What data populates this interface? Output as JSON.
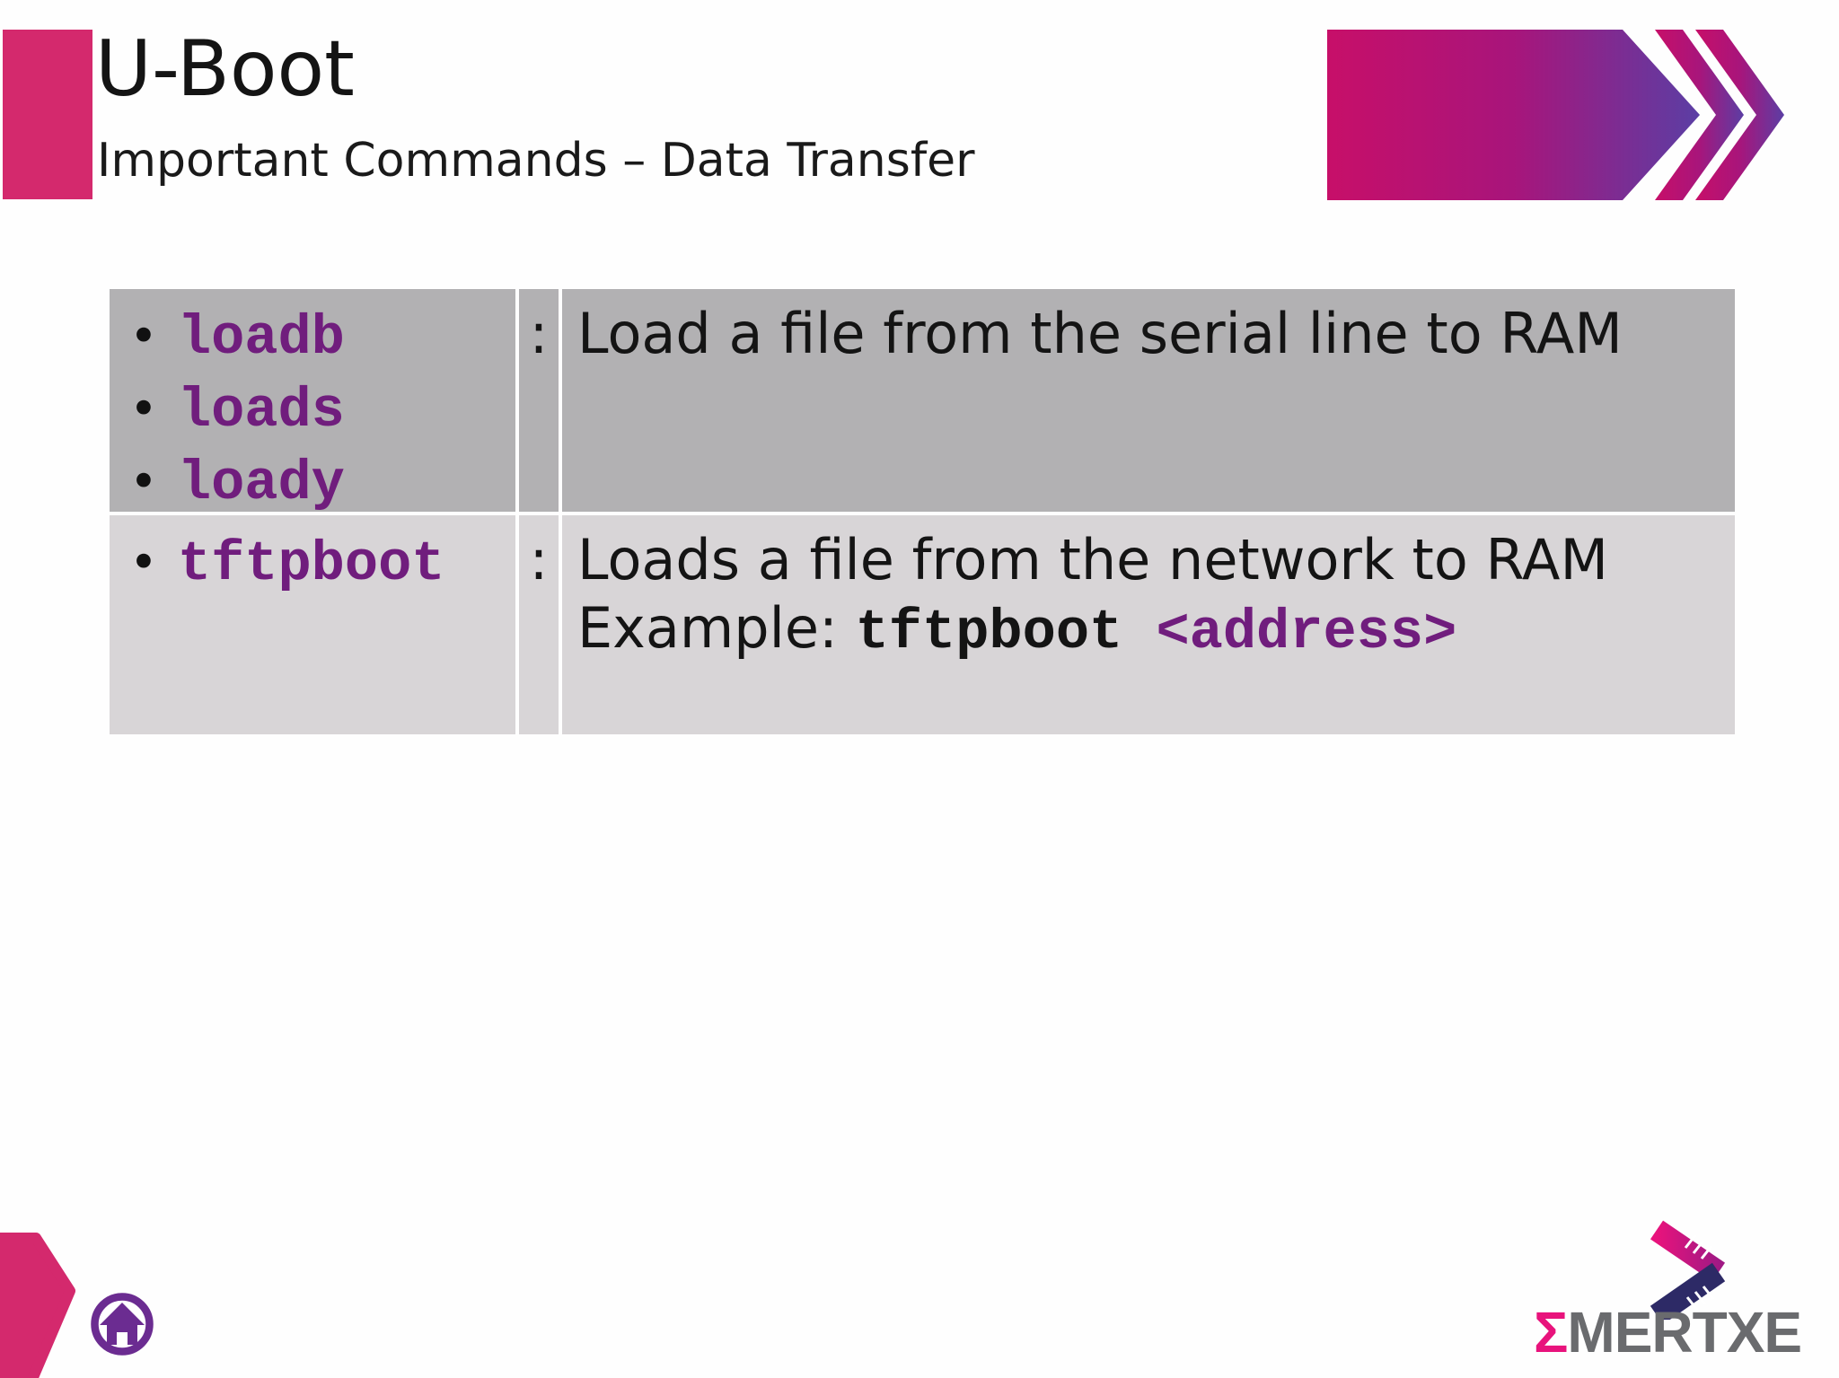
{
  "header": {
    "title": "U-Boot",
    "subtitle": "Important Commands – Data Transfer"
  },
  "bullet": "•",
  "table": {
    "rows": [
      {
        "commands": [
          "loadb",
          "loads",
          "loady"
        ],
        "separator": ":",
        "description": "Load a file from the serial line to RAM"
      },
      {
        "commands": [
          "tftpboot"
        ],
        "separator": ":",
        "description": "Loads a file from the network to RAM",
        "example_label": "Example: ",
        "example_command": "tftpboot ",
        "example_argument": "<address>"
      }
    ]
  },
  "footer": {
    "logo_sigma": "Σ",
    "logo_rest": "MERTXE"
  },
  "colors": {
    "accent_pink": "#d4296d",
    "command_purple": "#701d7d",
    "row1_gray": "#b2b1b3",
    "row2_gray": "#d8d5d7",
    "gradient_start": "#c70f69",
    "gradient_mid": "#a8157b",
    "gradient_end": "#5b3ea4",
    "logo_pink": "#e8137c",
    "logo_navy": "#2d2a66",
    "logo_gray": "#6a6b6e",
    "home_purple": "#6b2c91"
  }
}
